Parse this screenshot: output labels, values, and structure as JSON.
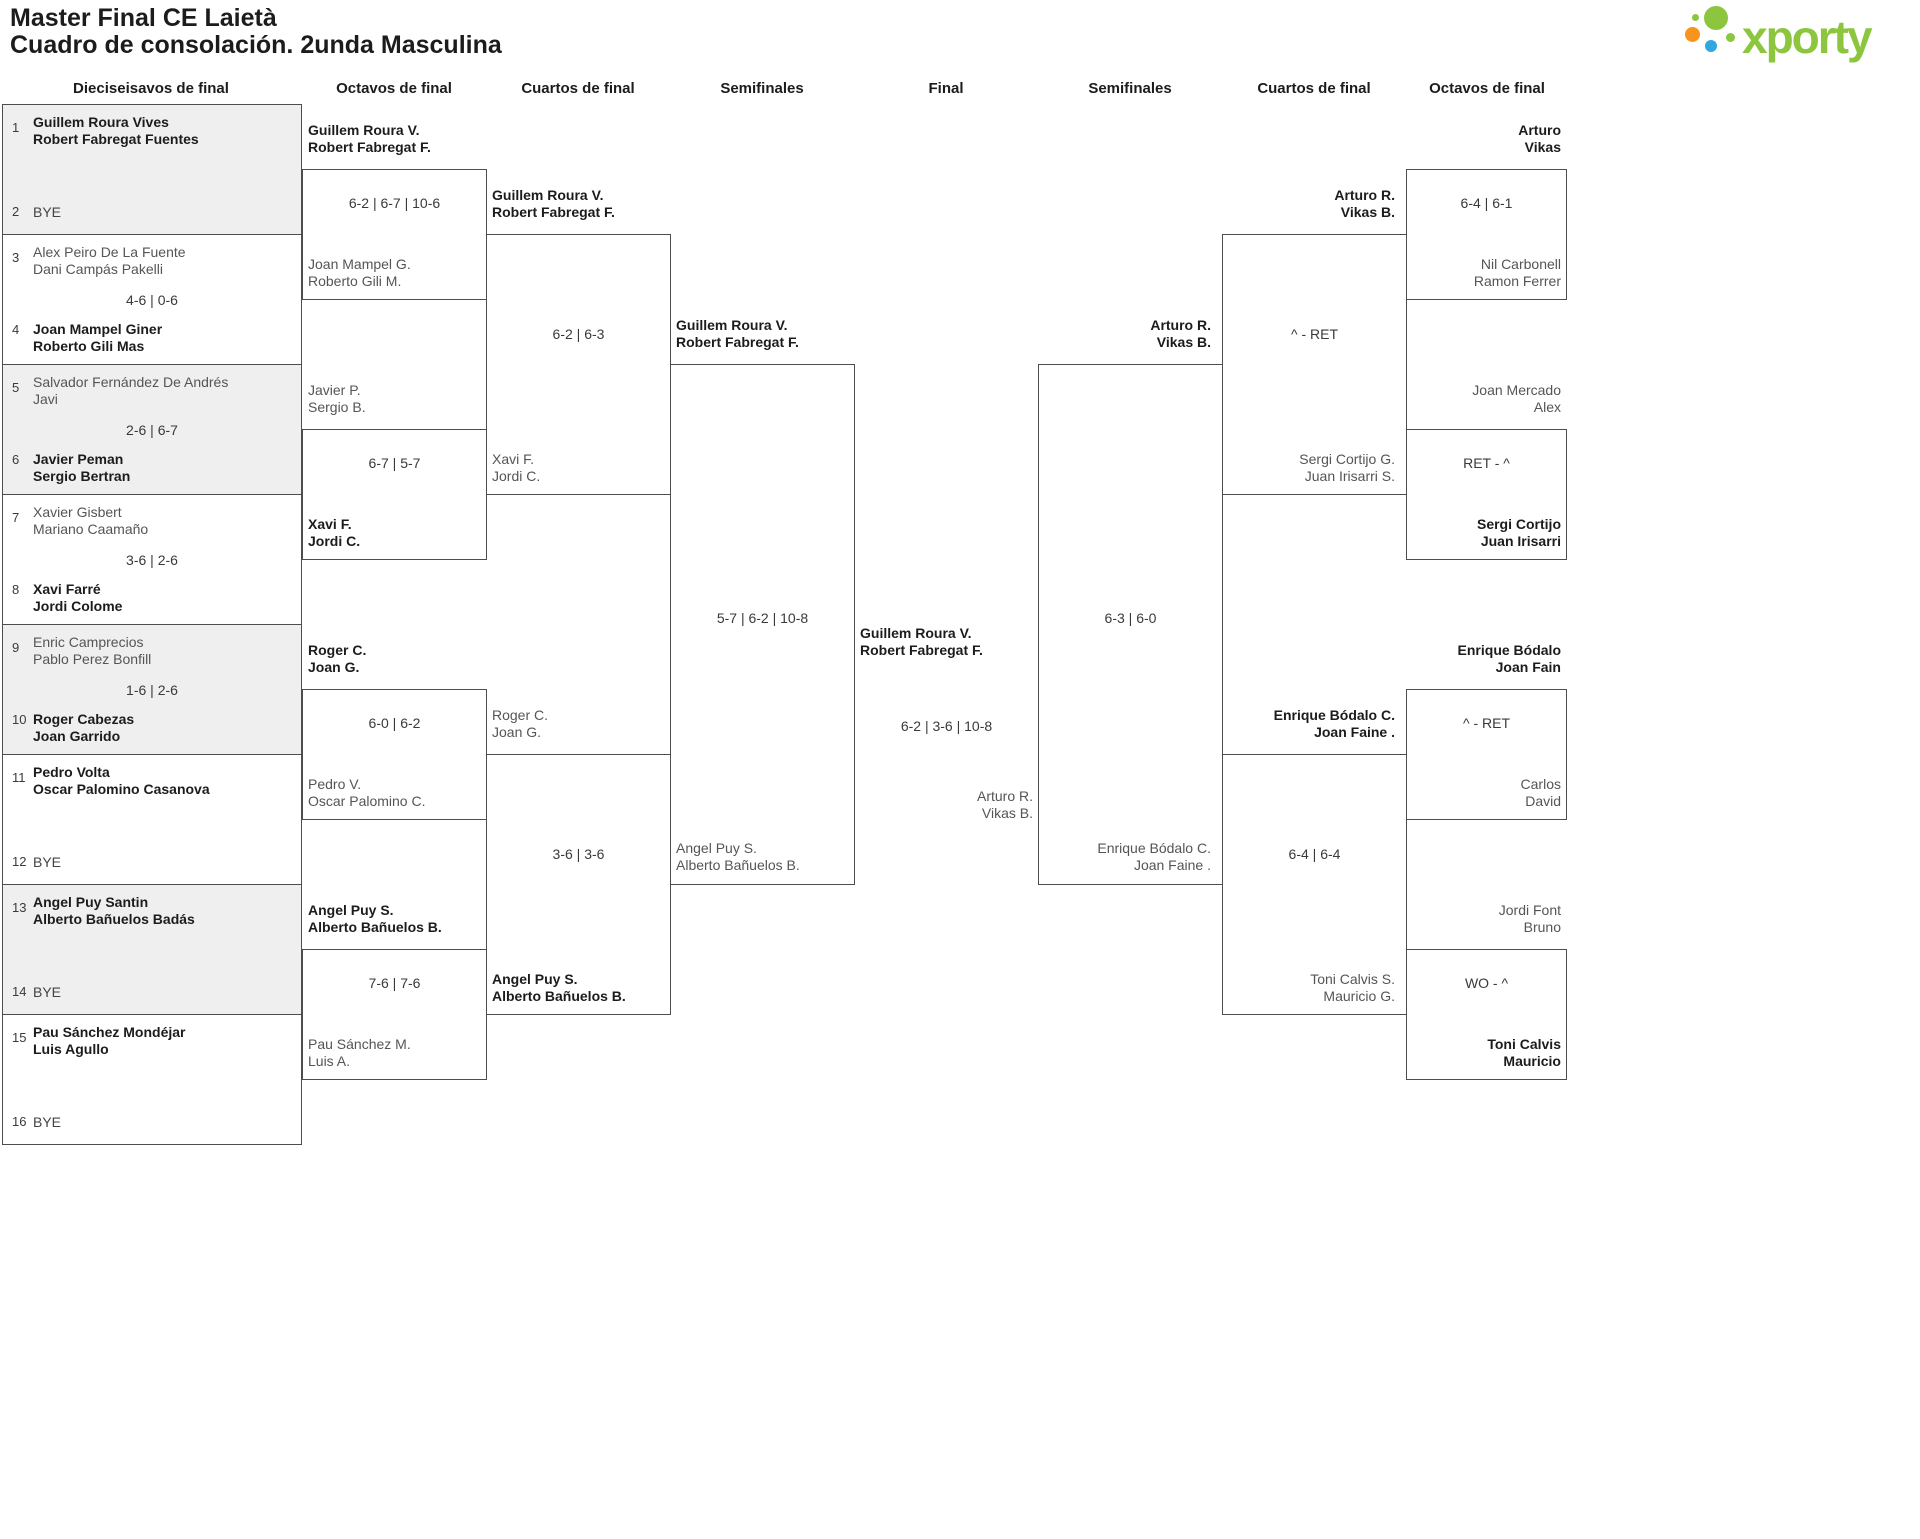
{
  "title": {
    "line1": "Master Final CE Laietà",
    "line2": "Cuadro de consolación. 2unda Masculina"
  },
  "logo": {
    "text": "xporty",
    "green": "#8CC63F",
    "orange": "#F7941D",
    "blue": "#2FA8E0"
  },
  "headers": [
    "Dieciseisavos de final",
    "Octavos de final",
    "Cuartos de final",
    "Semifinales",
    "Final",
    "Semifinales",
    "Cuartos de final",
    "Octavos de final"
  ],
  "r32": [
    {
      "s1": "1",
      "t1a": "Guillem Roura Vives",
      "t1b": "Robert Fabregat Fuentes",
      "score": "",
      "s2": "2",
      "t2a": "BYE",
      "t2b": ""
    },
    {
      "s1": "3",
      "t1a": "Alex Peiro De La Fuente",
      "t1b": "Dani Campás Pakelli",
      "score": "4-6 | 0-6",
      "s2": "4",
      "t2a": "Joan Mampel Giner",
      "t2b": "Roberto Gili Mas"
    },
    {
      "s1": "5",
      "t1a": "Salvador Fernández De Andrés",
      "t1b": "Javi",
      "score": "2-6 | 6-7",
      "s2": "6",
      "t2a": "Javier Peman",
      "t2b": "Sergio Bertran"
    },
    {
      "s1": "7",
      "t1a": "Xavier Gisbert",
      "t1b": "Mariano Caamaño",
      "score": "3-6 | 2-6",
      "s2": "8",
      "t2a": "Xavi Farré",
      "t2b": "Jordi Colome"
    },
    {
      "s1": "9",
      "t1a": "Enric Camprecios",
      "t1b": "Pablo Perez Bonfill",
      "score": "1-6 | 2-6",
      "s2": "10",
      "t2a": "Roger Cabezas",
      "t2b": "Joan Garrido"
    },
    {
      "s1": "11",
      "t1a": "Pedro Volta",
      "t1b": "Oscar Palomino Casanova",
      "score": "",
      "s2": "12",
      "t2a": "BYE",
      "t2b": ""
    },
    {
      "s1": "13",
      "t1a": "Angel Puy Santin",
      "t1b": "Alberto Bañuelos Badás",
      "score": "",
      "s2": "14",
      "t2a": "BYE",
      "t2b": ""
    },
    {
      "s1": "15",
      "t1a": "Pau Sánchez Mondéjar",
      "t1b": "Luis Agullo",
      "score": "",
      "s2": "16",
      "t2a": "BYE",
      "t2b": ""
    }
  ],
  "r16_left": [
    {
      "top_a": "Guillem Roura V.",
      "top_b": "Robert Fabregat F.",
      "score": "6-2 | 6-7 | 10-6",
      "bot_a": "Joan Mampel G.",
      "bot_b": "Roberto Gili M."
    },
    {
      "top_a": "Javier P.",
      "top_b": "Sergio B.",
      "score": "6-7 | 5-7",
      "bot_a": "Xavi F.",
      "bot_b": "Jordi C."
    },
    {
      "top_a": "Roger C.",
      "top_b": "Joan G.",
      "score": "6-0 | 6-2",
      "bot_a": "Pedro V.",
      "bot_b": "Oscar Palomino C."
    },
    {
      "top_a": "Angel Puy S.",
      "top_b": "Alberto Bañuelos B.",
      "score": "7-6 | 7-6",
      "bot_a": "Pau Sánchez M.",
      "bot_b": "Luis A."
    }
  ],
  "qf_left": [
    {
      "top_a": "Guillem Roura V.",
      "top_b": "Robert Fabregat F.",
      "score": "6-2 | 6-3",
      "bot_a": "Xavi F.",
      "bot_b": "Jordi C."
    },
    {
      "top_a": "Roger C.",
      "top_b": "Joan G.",
      "score": "3-6 | 3-6",
      "bot_a": "Angel Puy S.",
      "bot_b": "Alberto Bañuelos B."
    }
  ],
  "sf_left": {
    "top_a": "Guillem Roura V.",
    "top_b": "Robert Fabregat F.",
    "score": "5-7 | 6-2 | 10-8",
    "bot_a": "Angel Puy S.",
    "bot_b": "Alberto Bañuelos B."
  },
  "final": {
    "winner_a": "Guillem Roura V.",
    "winner_b": "Robert Fabregat F.",
    "score": "6-2 | 3-6 | 10-8",
    "runner_up_a": "Arturo R.",
    "runner_up_b": "Vikas B."
  },
  "sf_right": {
    "top_a": "Arturo R.",
    "top_b": "Vikas B.",
    "score": "6-3 | 6-0",
    "bot_a": "Enrique Bódalo C.",
    "bot_b": "Joan Faine ."
  },
  "qf_right": [
    {
      "top_a": "Arturo R.",
      "top_b": "Vikas B.",
      "score": "^ - RET",
      "bot_a": "Sergi Cortijo G.",
      "bot_b": "Juan Irisarri S."
    },
    {
      "top_a": "Enrique Bódalo C.",
      "top_b": "Joan Faine .",
      "score": "6-4 | 6-4",
      "bot_a": "Toni Calvis S.",
      "bot_b": "Mauricio G."
    }
  ],
  "r16_right": [
    {
      "top_a": "Arturo",
      "top_b": "Vikas",
      "score": "6-4 | 6-1",
      "bot_a": "Nil Carbonell",
      "bot_b": "Ramon Ferrer"
    },
    {
      "top_a": "Joan Mercado",
      "top_b": "Alex",
      "score": "RET - ^",
      "bot_a": "Sergi Cortijo",
      "bot_b": "Juan Irisarri"
    },
    {
      "top_a": "Enrique Bódalo",
      "top_b": "Joan Fain",
      "score": "^ - RET",
      "bot_a": "Carlos",
      "bot_b": "David"
    },
    {
      "top_a": "Jordi Font",
      "top_b": "Bruno",
      "score": "WO - ^",
      "bot_a": "Toni Calvis",
      "bot_b": "Mauricio"
    }
  ]
}
